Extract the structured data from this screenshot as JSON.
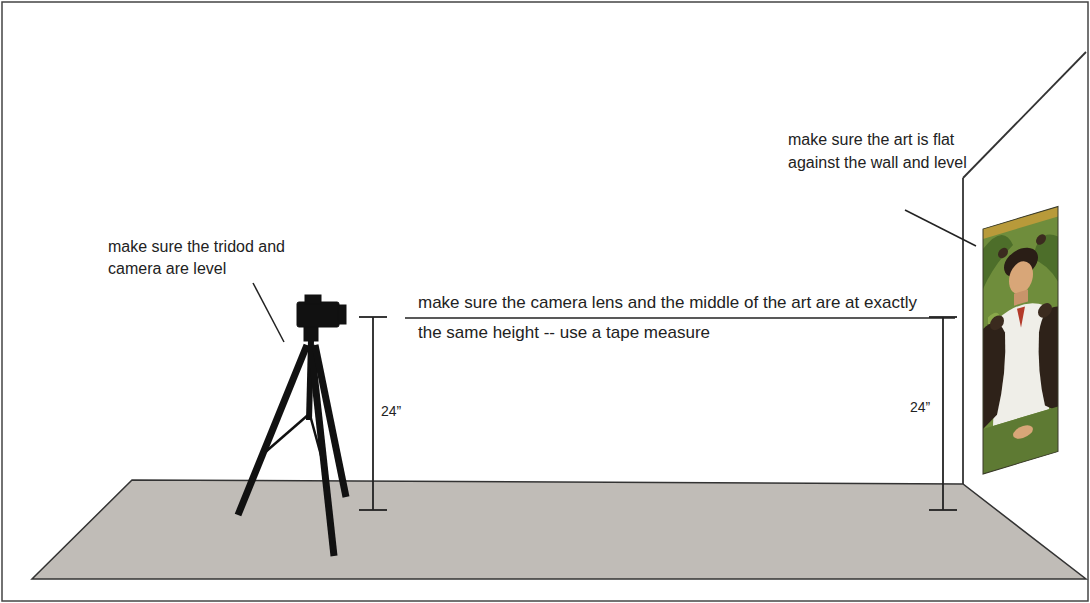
{
  "diagram": {
    "labels": [
      "make sure the tridod and camera are level",
      "make sure the camera lens and the middle of the art are at exactly the same height -- use a tape measure",
      "make sure the art is flat against the wall and level",
      "24”",
      "24”"
    ]
  }
}
